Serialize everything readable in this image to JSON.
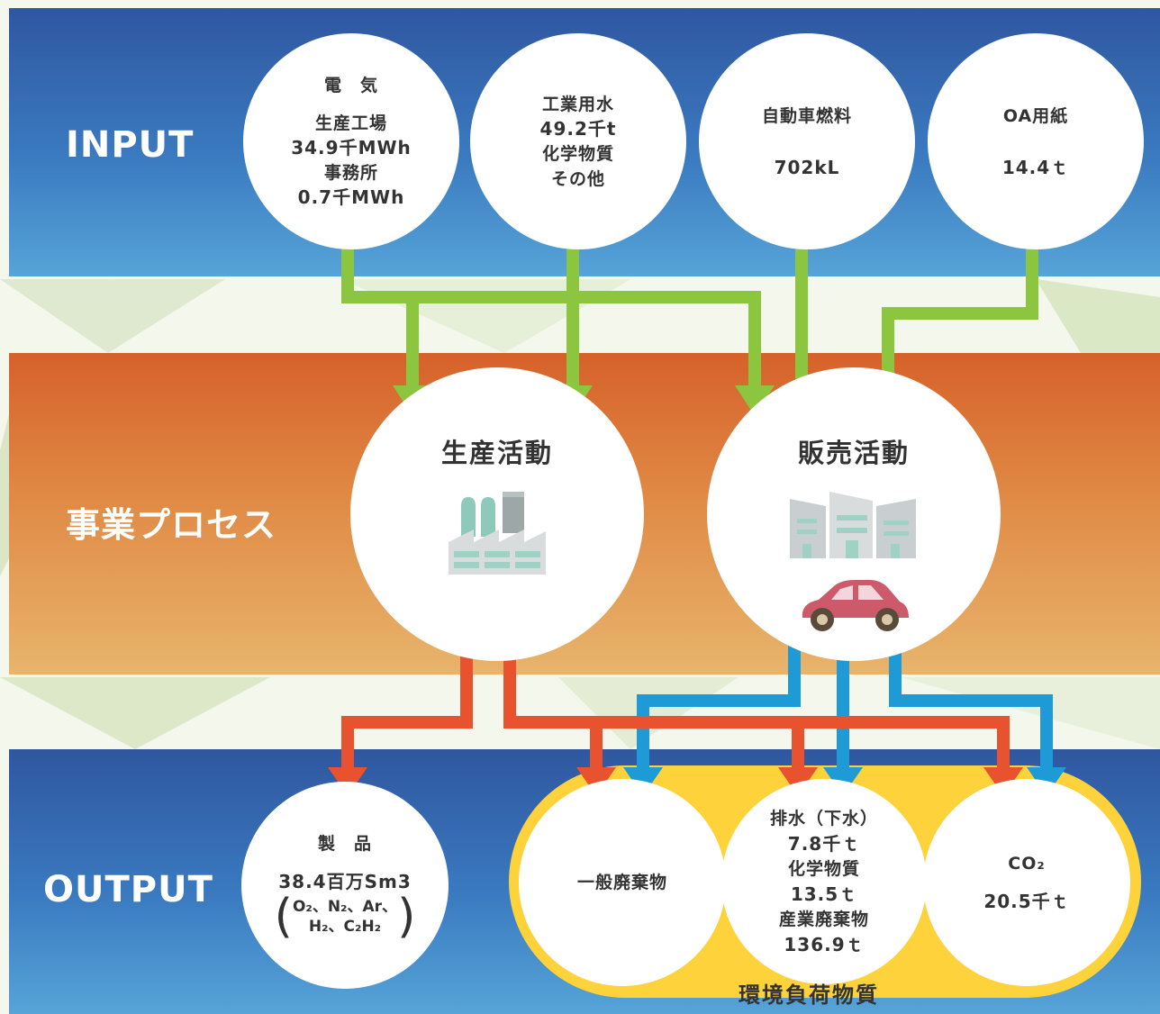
{
  "bands": {
    "input_label": "INPUT",
    "process_label": "事業プロセス",
    "output_label": "OUTPUT"
  },
  "inputs": {
    "electricity": {
      "title": "電　気",
      "factory_label": "生産工場",
      "factory_value": "34.9千MWh",
      "office_label": "事務所",
      "office_value": "0.7千MWh"
    },
    "water": {
      "title": "工業用水",
      "value": "49.2千t",
      "chem_label": "化学物質",
      "other_label": "その他"
    },
    "fuel": {
      "title": "自動車燃料",
      "value": "702kL"
    },
    "paper": {
      "title": "OA用紙",
      "value": "14.4ｔ"
    }
  },
  "process": {
    "production_title": "生産活動",
    "sales_title": "販売活動"
  },
  "outputs": {
    "product": {
      "title": "製　品",
      "value": "38.4百万Sm3",
      "gases_line1": "O₂、N₂、Ar、",
      "gases_line2": "H₂、C₂H₂"
    },
    "general_waste": {
      "title": "一般廃棄物"
    },
    "drainage": {
      "title": "排水（下水）",
      "value": "7.8千ｔ",
      "chem_label": "化学物質",
      "chem_value": "13.5ｔ",
      "ind_label": "産業廃棄物",
      "ind_value": "136.9ｔ"
    },
    "co2": {
      "title": "CO₂",
      "value": "20.5千ｔ"
    },
    "env_label": "環境負荷物質"
  },
  "colors": {
    "input_arrow": "#8cc63f",
    "production_arrow": "#e8522f",
    "sales_arrow": "#1e9ad6",
    "yellow_group": "#fdd23b"
  }
}
